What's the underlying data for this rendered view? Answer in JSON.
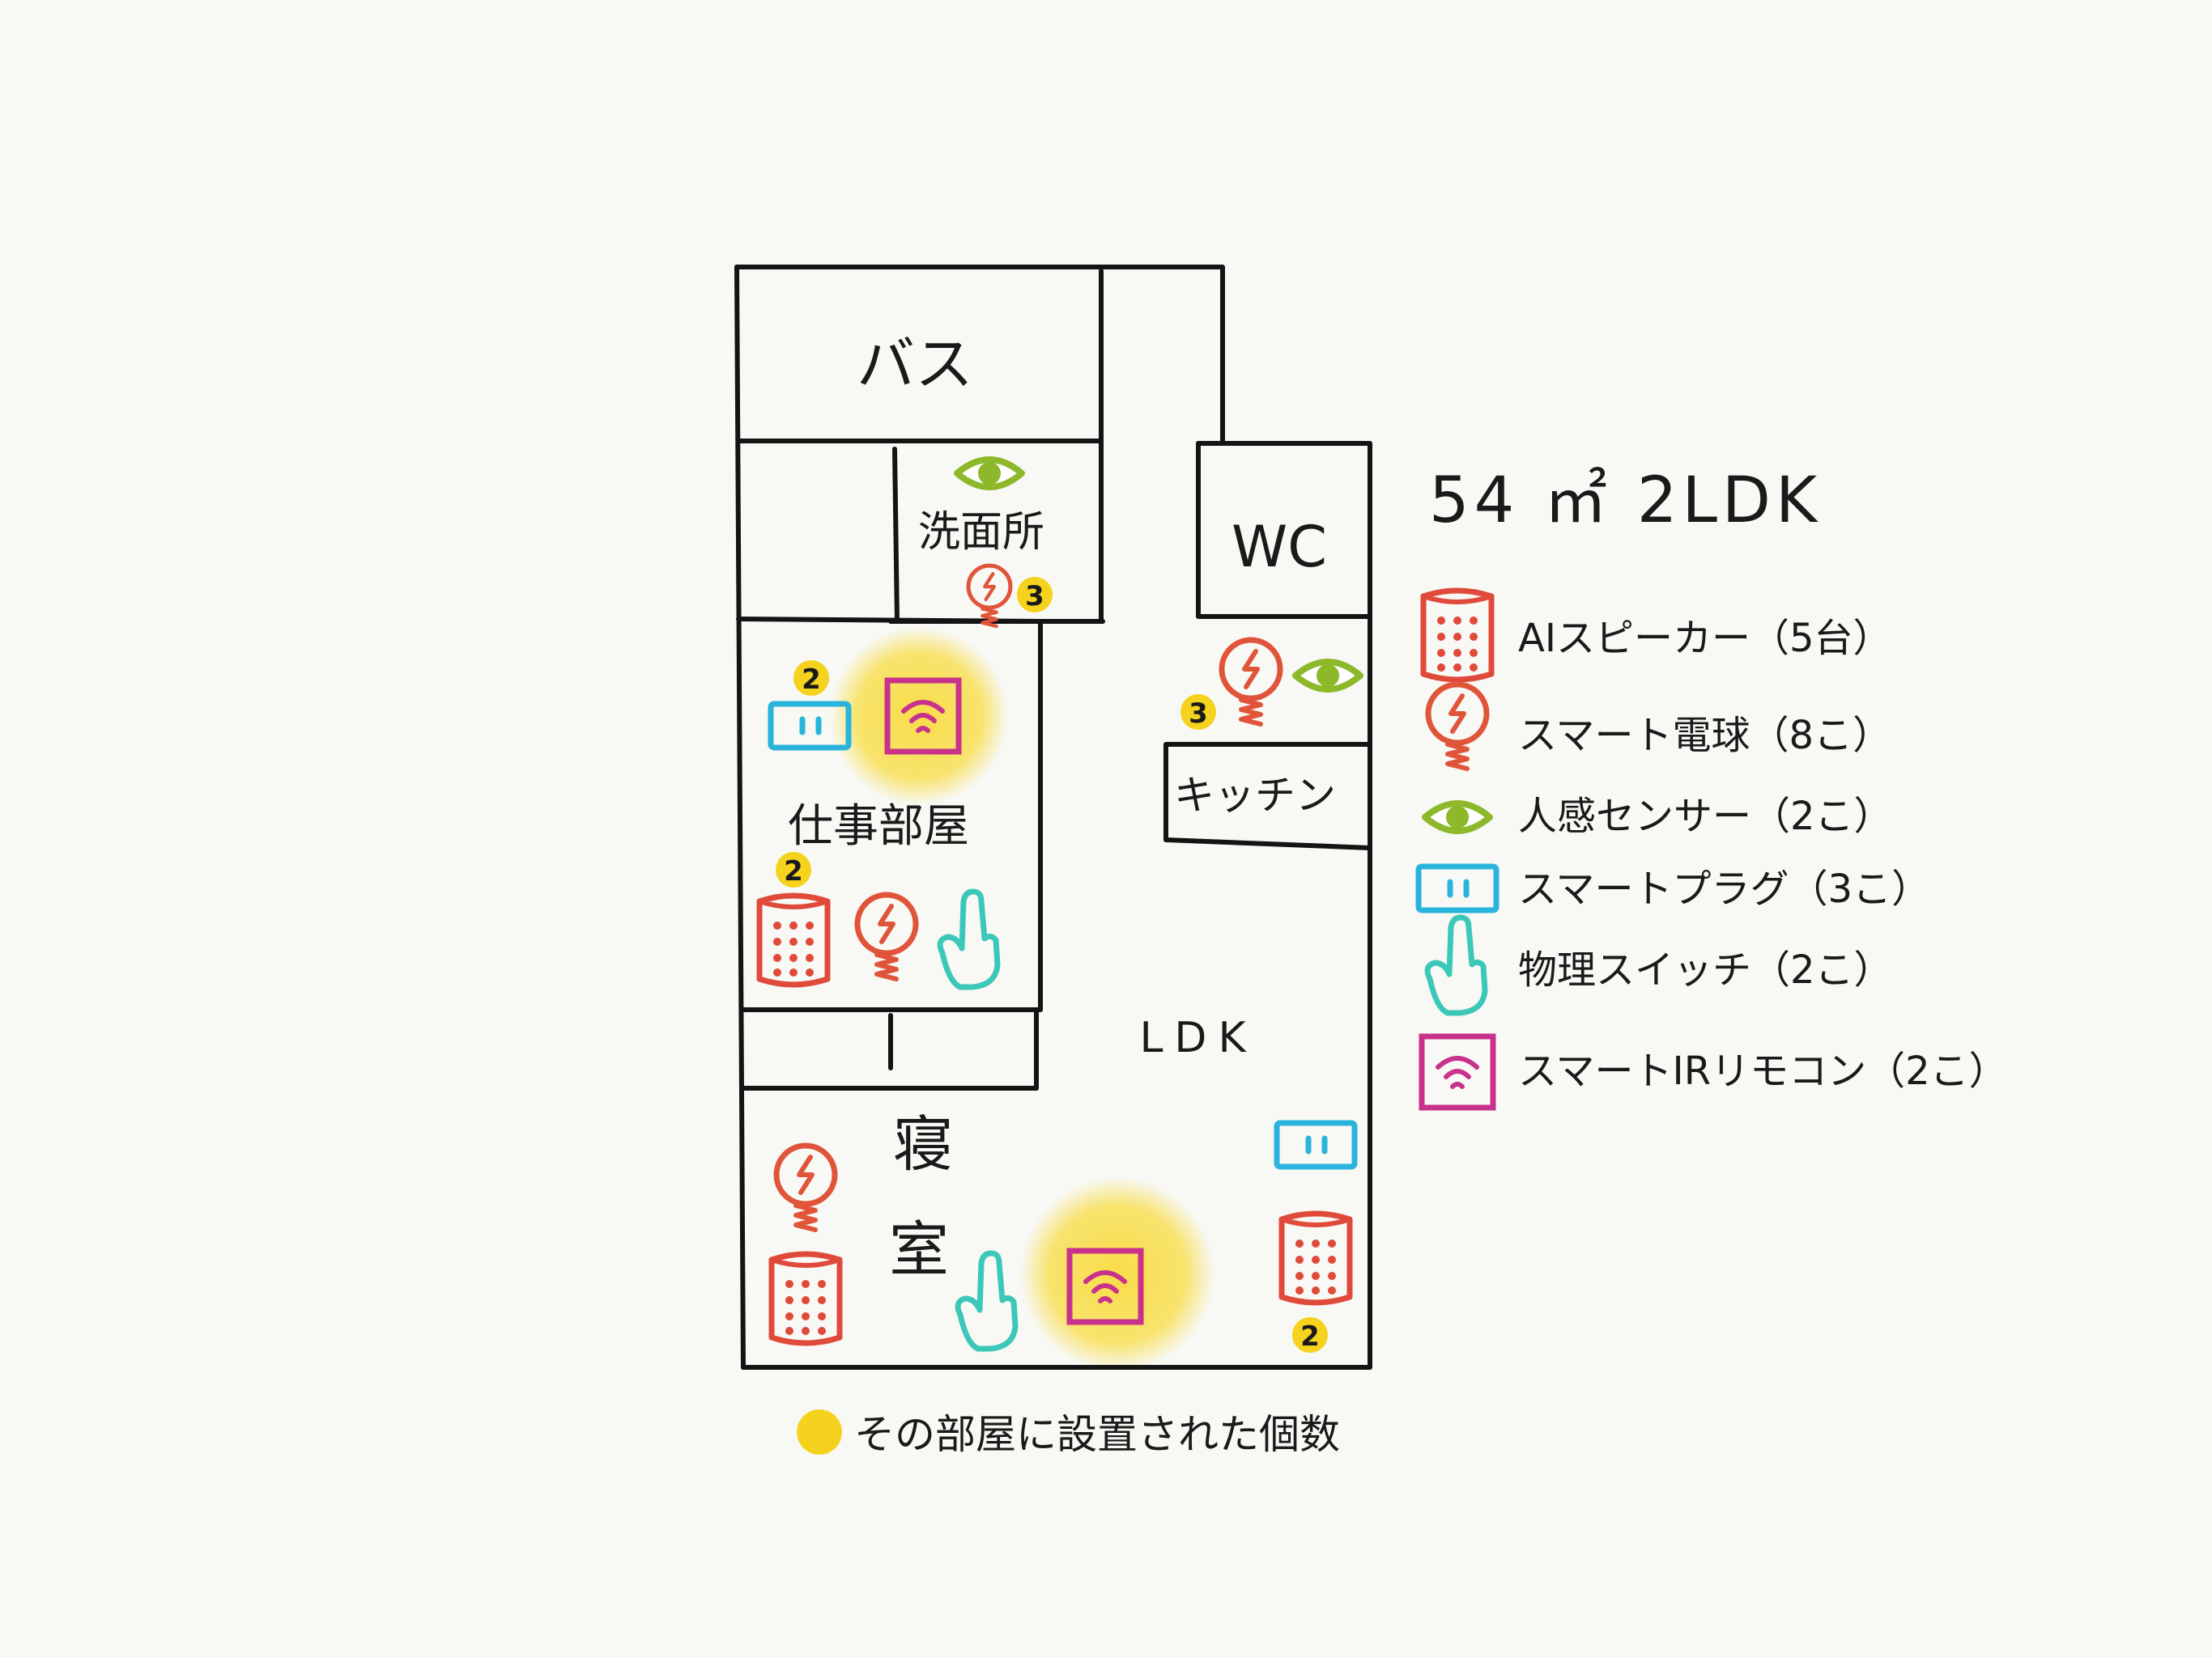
{
  "floorplan": {
    "title": "54 ㎡ 2LDK",
    "rooms": {
      "bath": "バス",
      "washroom": "洗面所",
      "wc": "WC",
      "work_room": "仕事部屋",
      "kitchen": "キッチン",
      "ldk": "LDK",
      "bedroom_1": "寝",
      "bedroom_2": "室"
    },
    "counts": {
      "washroom_bulb": "3",
      "kitchen_bulb": "3",
      "work_plug": "2",
      "work_speaker": "2",
      "ldk_speaker": "2"
    }
  },
  "legend": {
    "speaker": "AIスピーカー（5台）",
    "bulb": "スマート電球（8こ）",
    "sensor": "人感センサー（2こ）",
    "plug": "スマートプラグ（3こ）",
    "switch": "物理スイッチ（2こ）",
    "ir_remote": "スマートIRリモコン（2こ）"
  },
  "footer": {
    "note": "その部屋に設置された個数"
  },
  "colors": {
    "speaker": "#e04a3a",
    "bulb": "#e0553a",
    "sensor": "#8cb82a",
    "plug": "#2ab4dc",
    "switch": "#3cc8b8",
    "ir_remote": "#c8328c",
    "badge": "#f5d21e",
    "highlight": "#f8dc40",
    "wall": "#141414"
  }
}
